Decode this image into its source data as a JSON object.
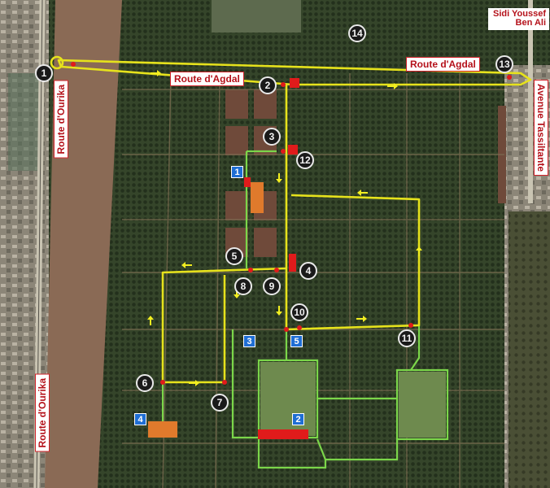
{
  "roads": {
    "agdal_left": "Route d'Agdal",
    "agdal_right": "Route d'Agdal",
    "ourika_upper": "Route d'Ourika",
    "ourika_lower": "Route d'Ourika",
    "tassiltante": "Avenue Tassiltante"
  },
  "town": {
    "line1": "Sidi Youssef",
    "line2": "Ben Ali"
  },
  "markers": [
    "1",
    "2",
    "3",
    "4",
    "5",
    "6",
    "7",
    "8",
    "9",
    "10",
    "11",
    "12",
    "13",
    "14"
  ],
  "squares": [
    "1",
    "2",
    "3",
    "4",
    "5"
  ],
  "colors": {
    "route": "#e6e21c",
    "path": "#7bd64a",
    "label_red": "#d2232a",
    "square_blue": "#1f6ed4",
    "building_red": "#e01b1b",
    "building_orange": "#e07a2c"
  }
}
